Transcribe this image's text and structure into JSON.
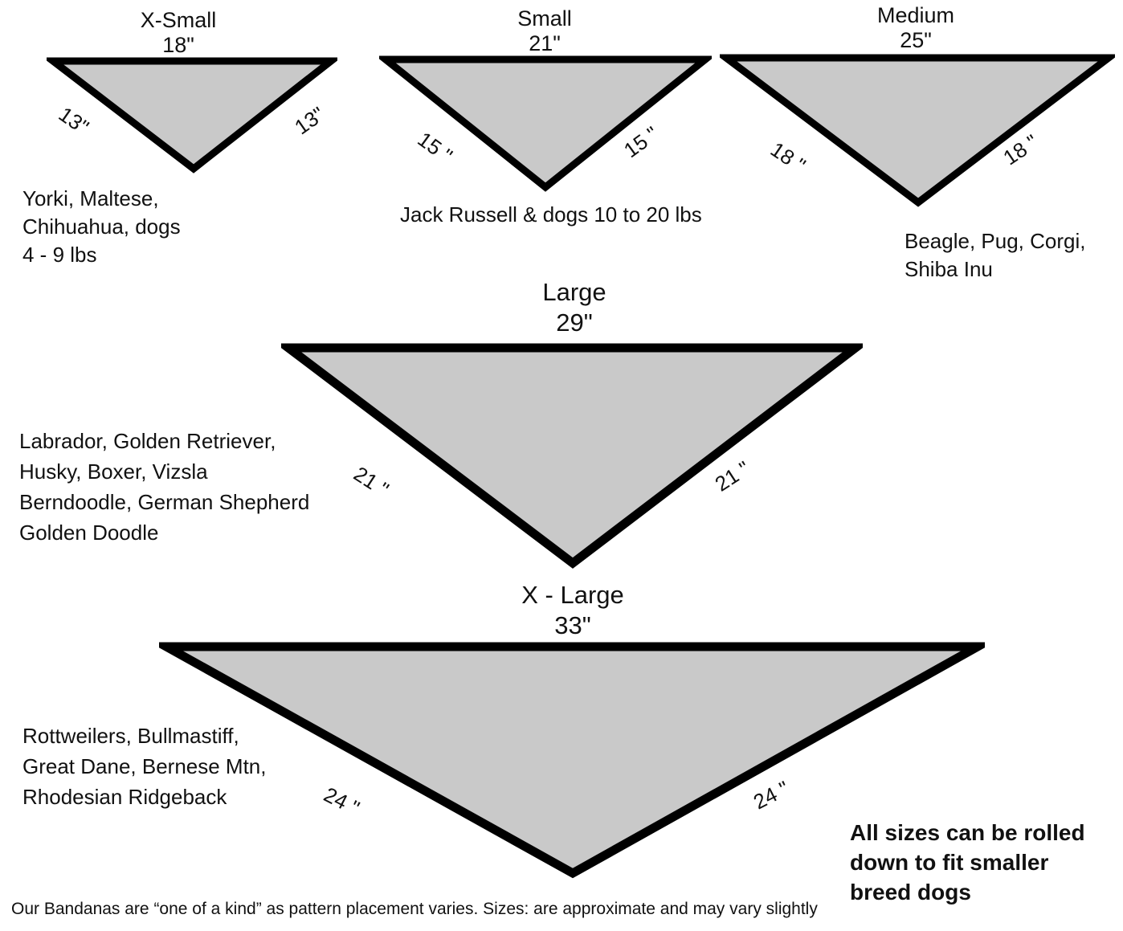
{
  "colors": {
    "triangle_fill": "#c9c9c9",
    "triangle_stroke": "#000000"
  },
  "bandanas": [
    {
      "size_name": "X-Small",
      "top_width": "18\"",
      "left_edge": "13\"",
      "right_edge": "13\"",
      "breed_lines": [
        "Yorki, Maltese,",
        "Chihuahua, dogs",
        "4 - 9 lbs"
      ]
    },
    {
      "size_name": "Small",
      "top_width": "21\"",
      "left_edge": "15 \"",
      "right_edge": "15 \"",
      "breed_lines": [
        "Jack Russell & dogs 10 to 20 lbs"
      ]
    },
    {
      "size_name": "Medium",
      "top_width": "25\"",
      "left_edge": "18 \"",
      "right_edge": "18 \"",
      "breed_lines": [
        "Beagle, Pug, Corgi,",
        "Shiba Inu"
      ]
    },
    {
      "size_name": "Large",
      "top_width": "29\"",
      "left_edge": "21 \"",
      "right_edge": "21 \"",
      "breed_lines": [
        "Labrador, Golden Retriever,",
        "Husky, Boxer, Vizsla",
        "Berndoodle, German Shepherd",
        "Golden Doodle"
      ]
    },
    {
      "size_name": "X - Large",
      "top_width": "33\"",
      "left_edge": "24 \"",
      "right_edge": "24 \"",
      "breed_lines": [
        "Rottweilers, Bullmastiff,",
        "Great Dane, Bernese Mtn,",
        "Rhodesian Ridgeback"
      ]
    }
  ],
  "notes": {
    "rolled_lines": [
      "All sizes can be rolled",
      "down to fit smaller",
      "breed dogs"
    ],
    "footer": "Our Bandanas are “one of a kind” as pattern placement varies. Sizes: are approximate and may vary slightly"
  }
}
